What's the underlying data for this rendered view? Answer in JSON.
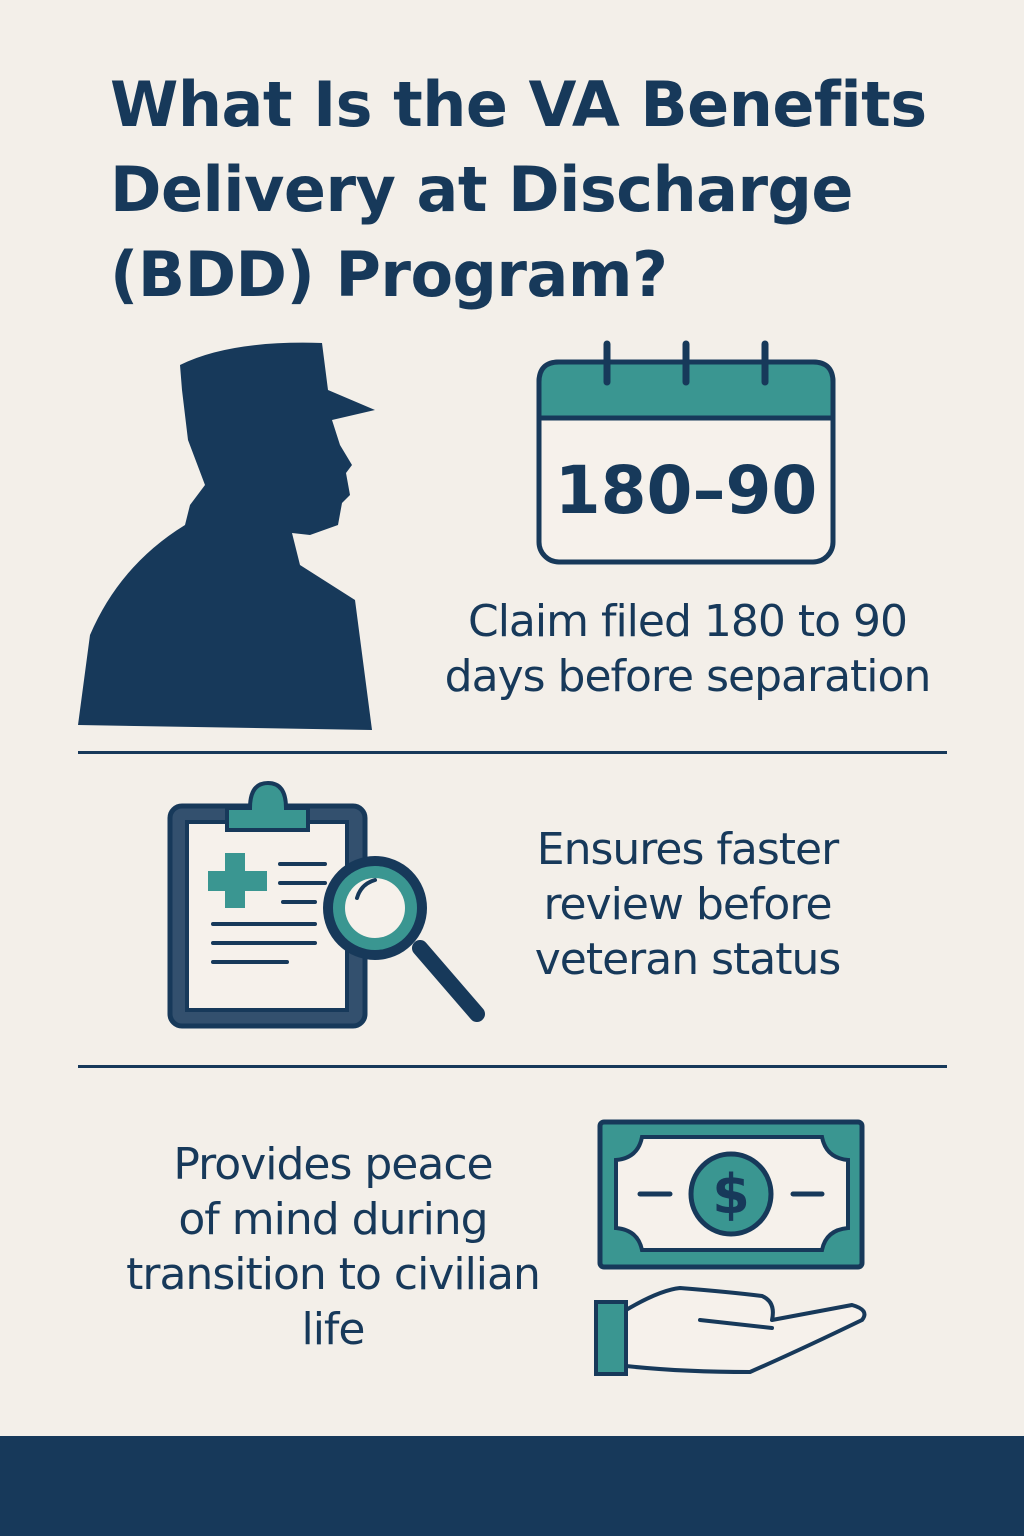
{
  "title": {
    "lines": [
      "What Is the VA Benefits",
      "Delivery at Discharge",
      "(BDD) Program?"
    ]
  },
  "colors": {
    "navy": "#17395a",
    "teal": "#3a9691",
    "background": "#f3efe9"
  },
  "section1": {
    "icon": "soldier-silhouette",
    "calendar_icon": "calendar-icon",
    "calendar_text": "180–90",
    "lines": [
      "Claim filed 180 to 90",
      "days before separation"
    ]
  },
  "section2": {
    "icon": "clipboard-magnifier-icon",
    "lines": [
      "Ensures faster",
      "review before",
      "veteran status"
    ]
  },
  "section3": {
    "icon": "money-hand-icon",
    "currency_symbol": "$",
    "lines": [
      "Provides peace",
      "of mind during",
      "transition to civilian",
      "life"
    ]
  }
}
